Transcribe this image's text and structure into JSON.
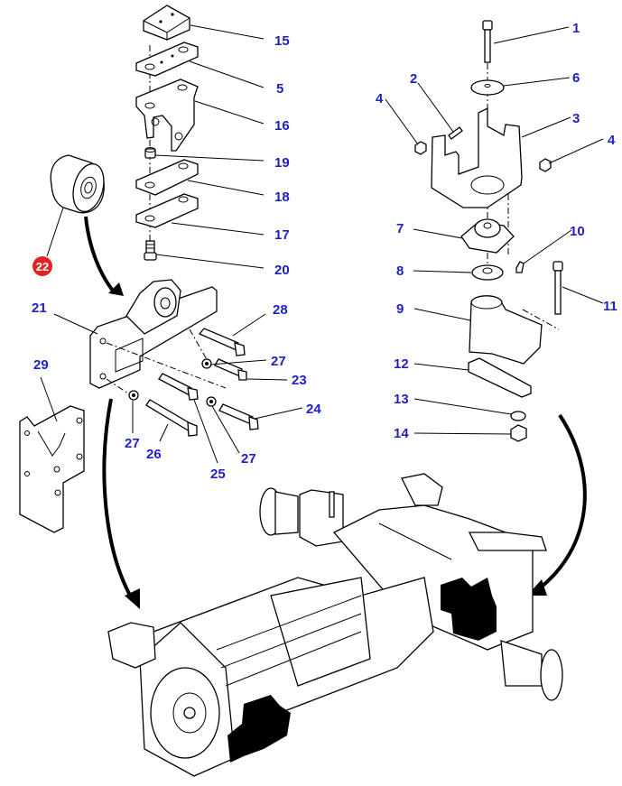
{
  "diagram": {
    "title": "Transmission / rear axle cab mounting - exploded parts view",
    "colors": {
      "callout_text": "#2020c8",
      "highlight_badge": "#e52222",
      "line": "#000000",
      "background": "#ffffff"
    },
    "callouts": [
      {
        "id": "15",
        "label": "15"
      },
      {
        "id": "5",
        "label": "5"
      },
      {
        "id": "16",
        "label": "16"
      },
      {
        "id": "19",
        "label": "19"
      },
      {
        "id": "18",
        "label": "18"
      },
      {
        "id": "17",
        "label": "17"
      },
      {
        "id": "20",
        "label": "20"
      },
      {
        "id": "22",
        "label": "22",
        "highlighted": true
      },
      {
        "id": "21",
        "label": "21"
      },
      {
        "id": "28",
        "label": "28"
      },
      {
        "id": "27a",
        "label": "27"
      },
      {
        "id": "23",
        "label": "23"
      },
      {
        "id": "24",
        "label": "24"
      },
      {
        "id": "27b",
        "label": "27"
      },
      {
        "id": "26",
        "label": "26"
      },
      {
        "id": "25",
        "label": "25"
      },
      {
        "id": "27c",
        "label": "27"
      },
      {
        "id": "29",
        "label": "29"
      },
      {
        "id": "1",
        "label": "1"
      },
      {
        "id": "6",
        "label": "6"
      },
      {
        "id": "2",
        "label": "2"
      },
      {
        "id": "4a",
        "label": "4"
      },
      {
        "id": "3",
        "label": "3"
      },
      {
        "id": "4b",
        "label": "4"
      },
      {
        "id": "7",
        "label": "7"
      },
      {
        "id": "10",
        "label": "10"
      },
      {
        "id": "8",
        "label": "8"
      },
      {
        "id": "11",
        "label": "11"
      },
      {
        "id": "9",
        "label": "9"
      },
      {
        "id": "12",
        "label": "12"
      },
      {
        "id": "13",
        "label": "13"
      },
      {
        "id": "14",
        "label": "14"
      }
    ]
  }
}
